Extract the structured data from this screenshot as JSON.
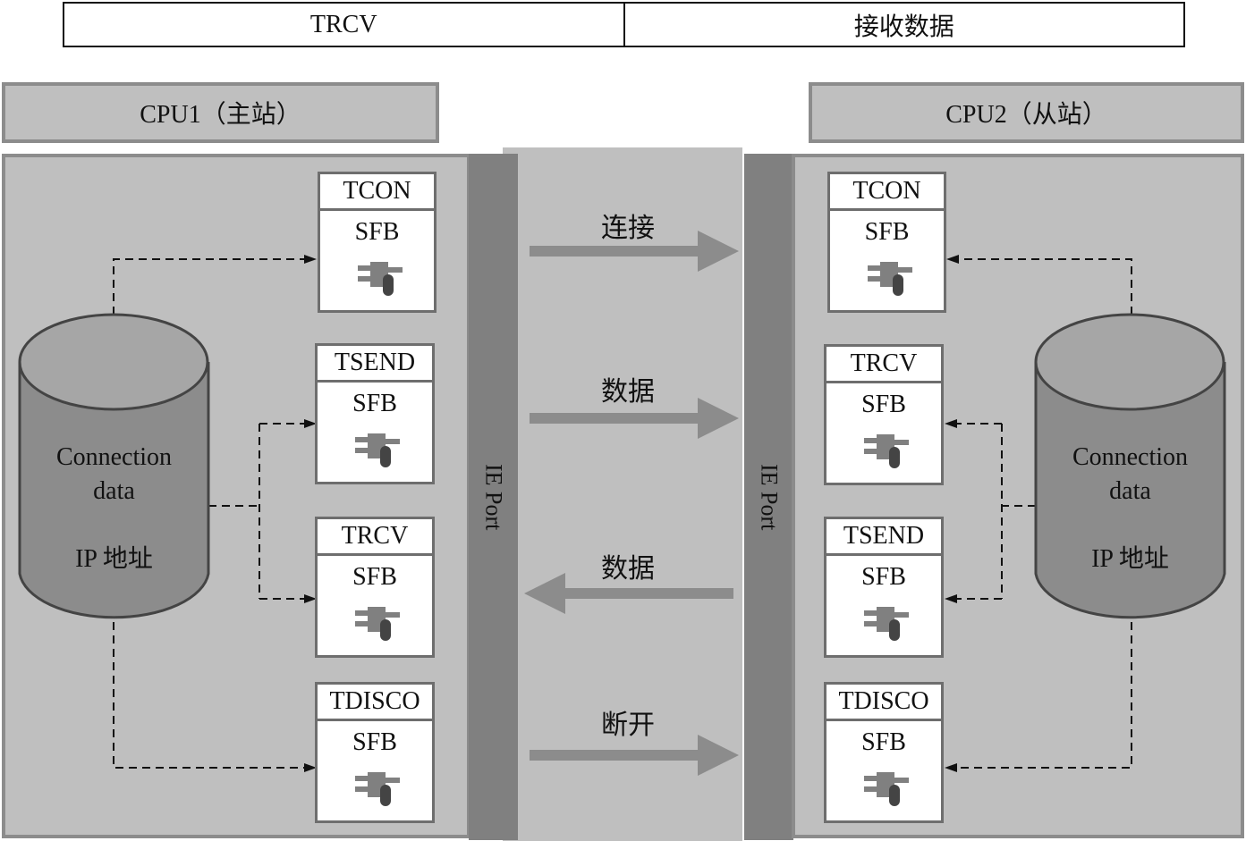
{
  "header": {
    "left": "TRCV",
    "right": "接收数据"
  },
  "cpu1": {
    "title": "CPU1（主站）",
    "database": {
      "line1": "Connection",
      "line2": "data",
      "line3": "IP 地址"
    },
    "port_label": "IE Port",
    "blocks": [
      {
        "name": "TCON",
        "type": "SFB"
      },
      {
        "name": "TSEND",
        "type": "SFB"
      },
      {
        "name": "TRCV",
        "type": "SFB"
      },
      {
        "name": "TDISCO",
        "type": "SFB"
      }
    ]
  },
  "cpu2": {
    "title": "CPU2（从站）",
    "database": {
      "line1": "Connection",
      "line2": "data",
      "line3": "IP 地址"
    },
    "port_label": "IE Port",
    "blocks": [
      {
        "name": "TCON",
        "type": "SFB"
      },
      {
        "name": "TRCV",
        "type": "SFB"
      },
      {
        "name": "TSEND",
        "type": "SFB"
      },
      {
        "name": "TDISCO",
        "type": "SFB"
      }
    ]
  },
  "arrows": [
    {
      "label": "连接",
      "direction": "right"
    },
    {
      "label": "数据",
      "direction": "right"
    },
    {
      "label": "数据",
      "direction": "left"
    },
    {
      "label": "断开",
      "direction": "right"
    }
  ],
  "colors": {
    "panel": "#bfbfbf",
    "panel_border": "#8c8c8c",
    "port": "#808080",
    "arrow": "#8c8c8c",
    "block_border": "#6e6e6e"
  }
}
